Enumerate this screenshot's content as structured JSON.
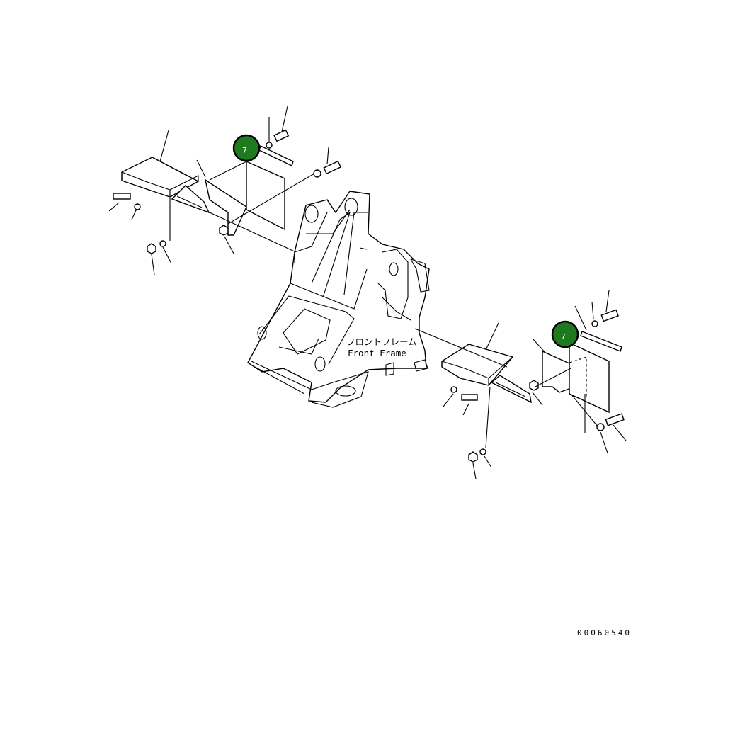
{
  "frame_label": {
    "jp": "フロントフレーム",
    "en": "Front Frame"
  },
  "markers": [
    {
      "id": "left-callout",
      "label": "7",
      "color": "#1e7a1e"
    },
    {
      "id": "right-callout",
      "label": "7",
      "color": "#1e7a1e"
    }
  ],
  "drawing_number": "00060540"
}
